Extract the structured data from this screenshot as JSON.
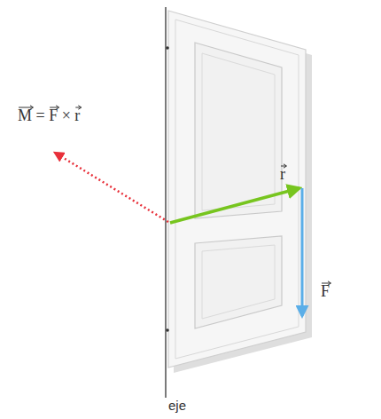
{
  "diagram": {
    "labels": [
      "M = F × r",
      "r",
      "F",
      "eje"
    ]
  }
}
